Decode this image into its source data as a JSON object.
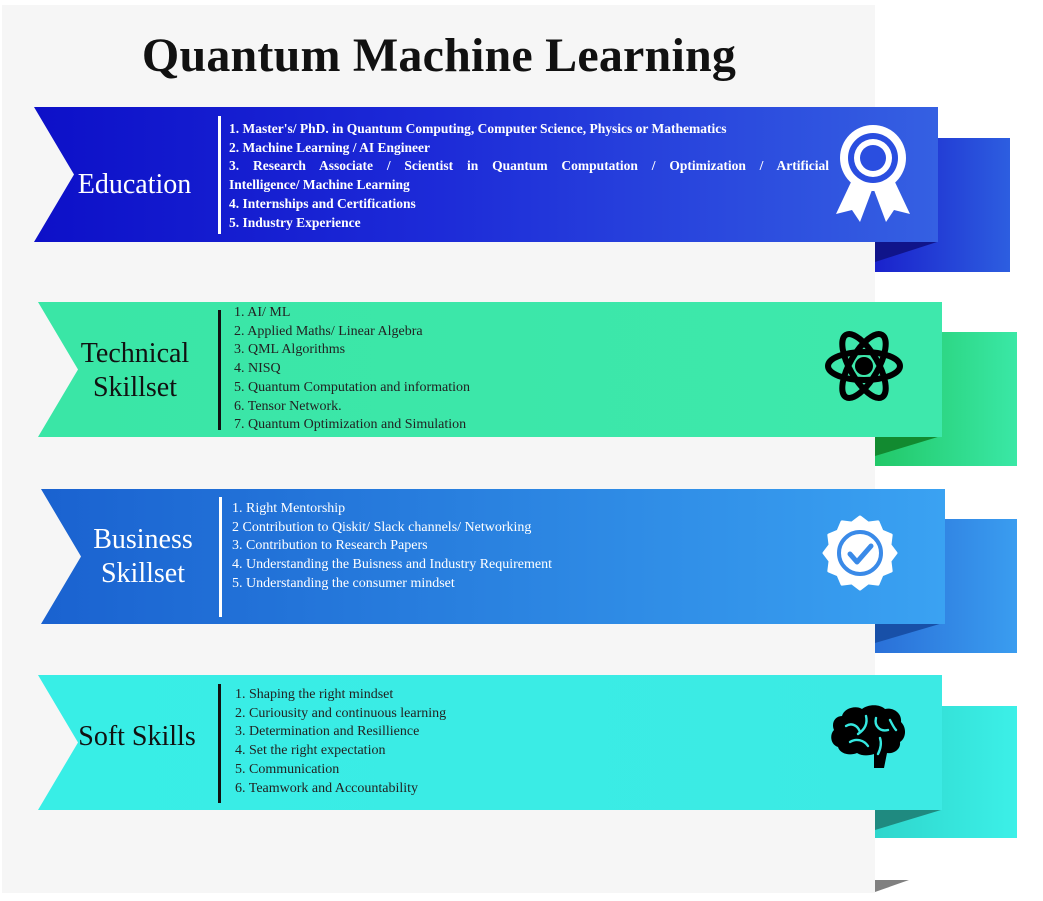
{
  "title": "Quantum Machine Learning",
  "colors": {
    "education": "#1a2ad8",
    "technical": "#3de8a8",
    "business": "#2a85e0",
    "soft": "#35e8e0"
  },
  "sections": [
    {
      "label_lines": [
        "Education"
      ],
      "icon": "award-ribbon-icon",
      "items": [
        "1. Master's/ PhD. in Quantum Computing, Computer Science, Physics or Mathematics",
        "2. Machine Learning / AI Engineer",
        "3. Research Associate / Scientist in Quantum Computation / Optimization / Artificial",
        "Intelligence/ Machine Learning",
        "4. Internships and Certifications",
        "5. Industry Experience"
      ]
    },
    {
      "label_lines": [
        "Technical",
        "Skillset"
      ],
      "icon": "atom-icon",
      "items": [
        "1. AI/ ML",
        "2. Applied Maths/ Linear Algebra",
        "3. QML Algorithms",
        "4. NISQ",
        "5. Quantum Computation and information",
        "6. Tensor Network.",
        "7. Quantum Optimization and Simulation"
      ]
    },
    {
      "label_lines": [
        "Business",
        "Skillset"
      ],
      "icon": "verified-badge-icon",
      "items": [
        "1. Right Mentorship",
        "2 Contribution to Qiskit/ Slack channels/ Networking",
        "3. Contribution to Research Papers",
        "4. Understanding the Buisness and Industry Requirement",
        "5. Understanding the consumer mindset"
      ]
    },
    {
      "label_lines": [
        "Soft Skills"
      ],
      "icon": "brain-icon",
      "items": [
        "1. Shaping the right mindset",
        "2. Curiousity and continuous learning",
        "3. Determination and Resillience",
        "4. Set the right expectation",
        "5. Communication",
        "6. Teamwork and Accountability"
      ]
    }
  ]
}
